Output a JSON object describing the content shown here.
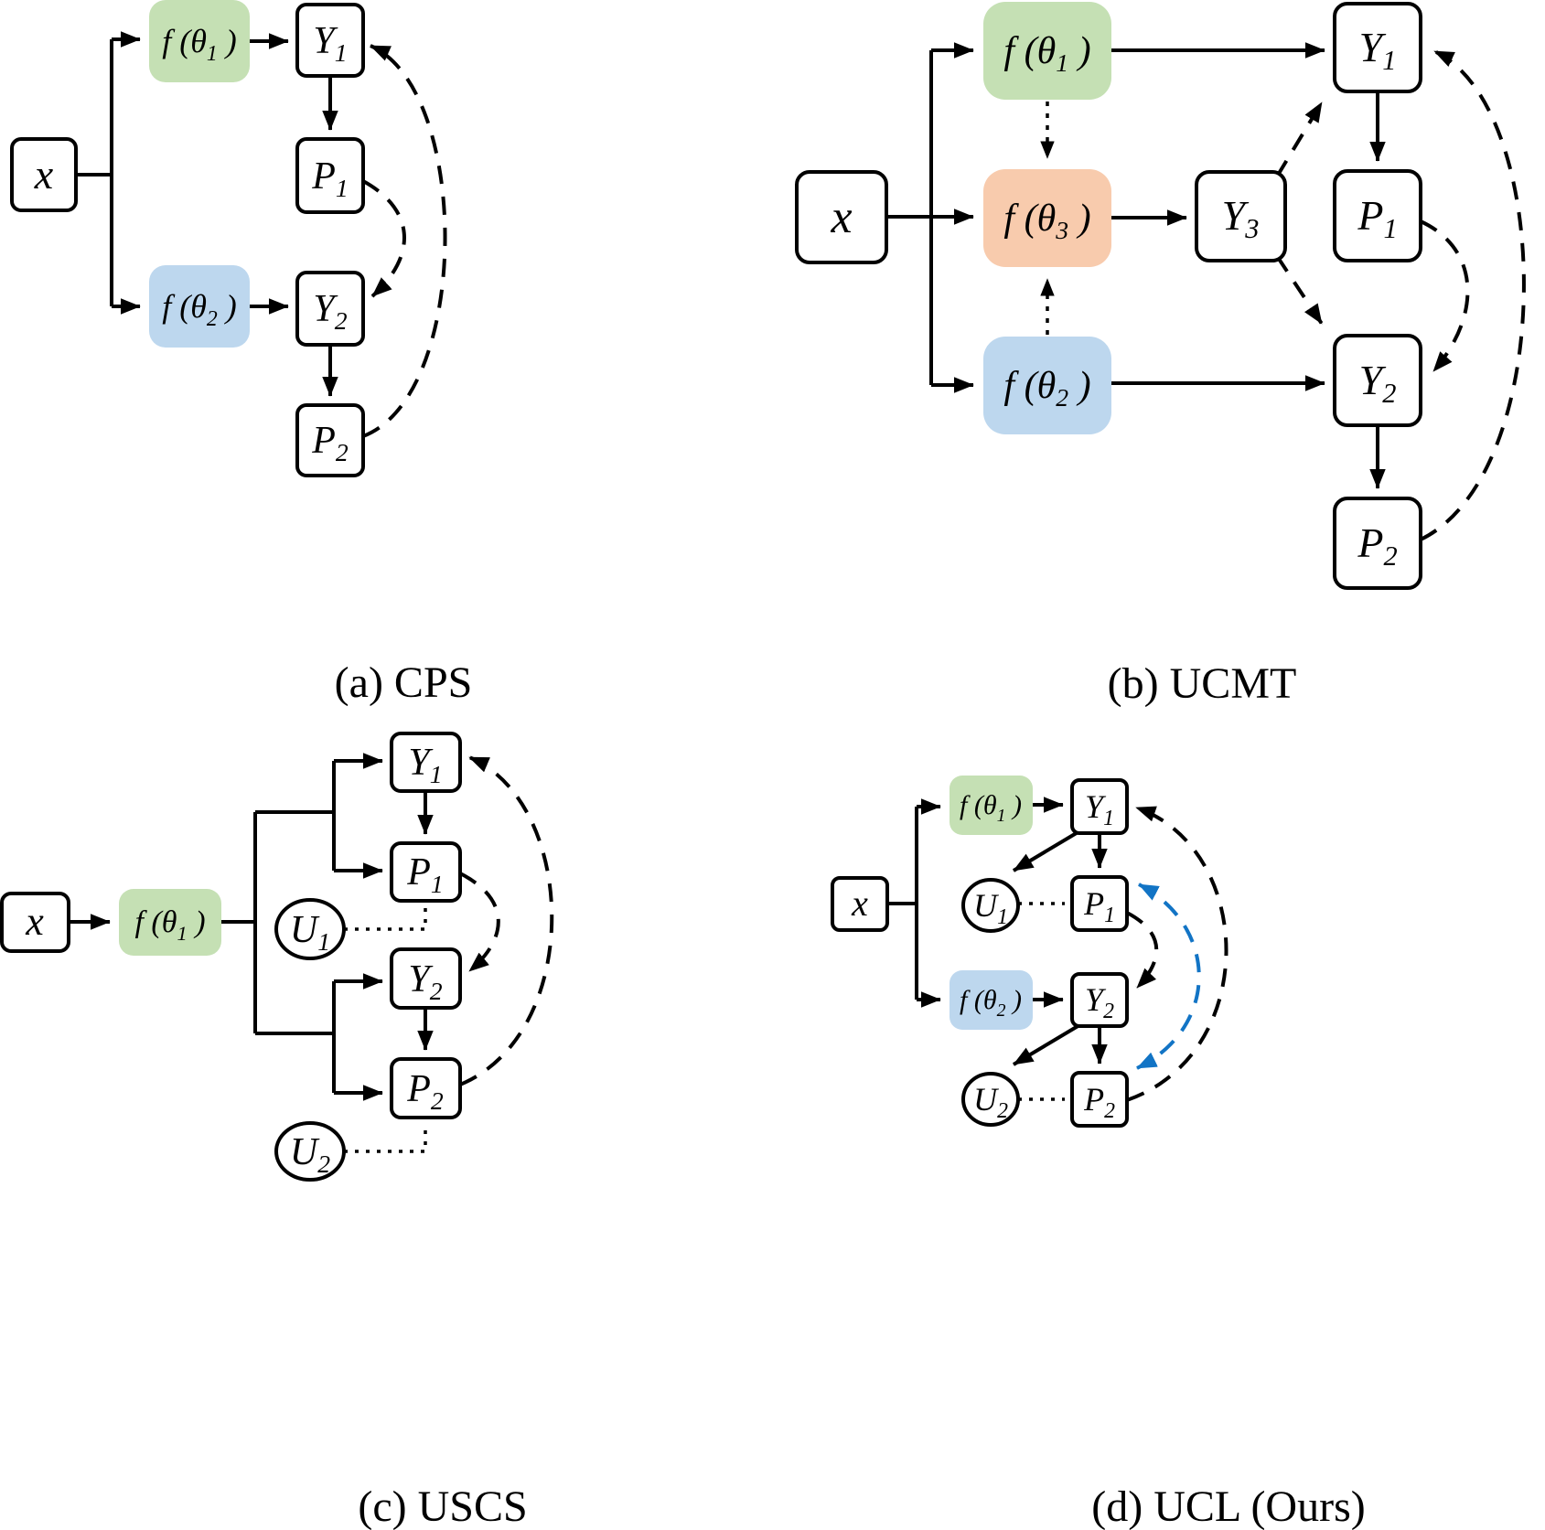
{
  "colors": {
    "model_green": "#c5e0b4",
    "model_blue": "#bdd7ee",
    "model_orange": "#f8cbad",
    "line_black": "#000000",
    "uncertainty_blue_arrow": "#1274c5"
  },
  "panels": {
    "a": {
      "caption": "(a) CPS",
      "nodes": {
        "x": {
          "pre": "x",
          "sub": "",
          "post": ""
        },
        "f1": {
          "pre": "f (θ",
          "sub": "1",
          "post": " )"
        },
        "f2": {
          "pre": "f (θ",
          "sub": "2",
          "post": " )"
        },
        "y1": {
          "pre": "Y",
          "sub": "1",
          "post": ""
        },
        "p1": {
          "pre": "P",
          "sub": "1",
          "post": ""
        },
        "y2": {
          "pre": "Y",
          "sub": "2",
          "post": ""
        },
        "p2": {
          "pre": "P",
          "sub": "2",
          "post": ""
        }
      }
    },
    "b": {
      "caption": "(b) UCMT",
      "nodes": {
        "x": {
          "pre": "x",
          "sub": "",
          "post": ""
        },
        "f1": {
          "pre": "f (θ",
          "sub": "1",
          "post": " )"
        },
        "f3": {
          "pre": "f (θ",
          "sub": "3",
          "post": " )"
        },
        "f2": {
          "pre": "f (θ",
          "sub": "2",
          "post": " )"
        },
        "y3": {
          "pre": "Y",
          "sub": "3",
          "post": ""
        },
        "y1": {
          "pre": "Y",
          "sub": "1",
          "post": ""
        },
        "p1": {
          "pre": "P",
          "sub": "1",
          "post": ""
        },
        "y2": {
          "pre": "Y",
          "sub": "2",
          "post": ""
        },
        "p2": {
          "pre": "P",
          "sub": "2",
          "post": ""
        }
      }
    },
    "c": {
      "caption": "(c) USCS",
      "nodes": {
        "x": {
          "pre": "x",
          "sub": "",
          "post": ""
        },
        "f1": {
          "pre": "f (θ",
          "sub": "1",
          "post": " )"
        },
        "y1": {
          "pre": "Y",
          "sub": "1",
          "post": ""
        },
        "p1": {
          "pre": "P",
          "sub": "1",
          "post": ""
        },
        "u1": {
          "pre": "U",
          "sub": "1",
          "post": ""
        },
        "y2": {
          "pre": "Y",
          "sub": "2",
          "post": ""
        },
        "p2": {
          "pre": "P",
          "sub": "2",
          "post": ""
        },
        "u2": {
          "pre": "U",
          "sub": "2",
          "post": ""
        }
      }
    },
    "d": {
      "caption": "(d) UCL (Ours)",
      "nodes": {
        "x": {
          "pre": "x",
          "sub": "",
          "post": ""
        },
        "f1": {
          "pre": "f (θ",
          "sub": "1",
          "post": " )"
        },
        "f2": {
          "pre": "f (θ",
          "sub": "2",
          "post": " )"
        },
        "y1": {
          "pre": "Y",
          "sub": "1",
          "post": ""
        },
        "p1": {
          "pre": "P",
          "sub": "1",
          "post": ""
        },
        "u1": {
          "pre": "U",
          "sub": "1",
          "post": ""
        },
        "y2": {
          "pre": "Y",
          "sub": "2",
          "post": ""
        },
        "p2": {
          "pre": "P",
          "sub": "2",
          "post": ""
        },
        "u2": {
          "pre": "U",
          "sub": "2",
          "post": ""
        }
      }
    }
  }
}
